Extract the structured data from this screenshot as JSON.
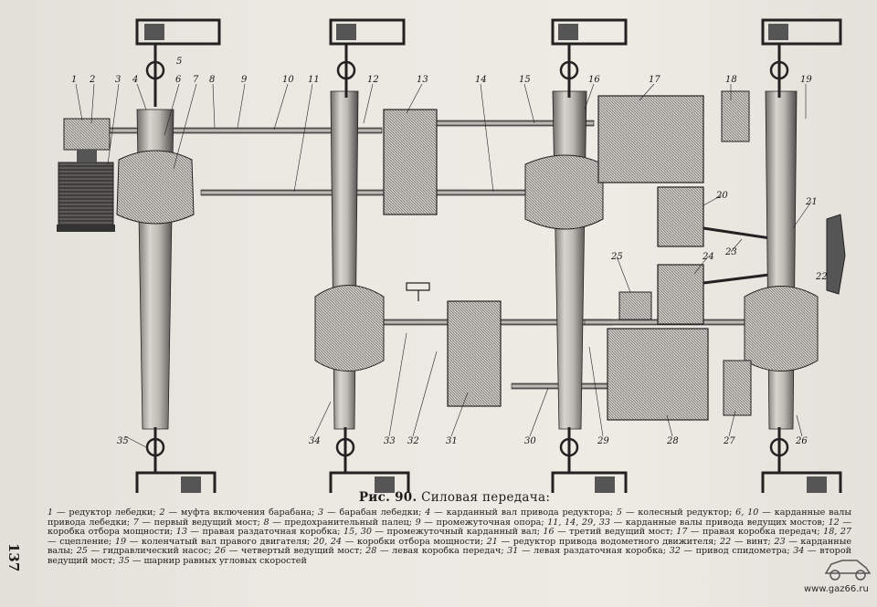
{
  "figure": {
    "caption_label": "Рис. 90.",
    "caption_text": "Силовая передача:",
    "callouts": [
      "1",
      "2",
      "3",
      "4",
      "5",
      "6",
      "7",
      "8",
      "9",
      "10",
      "11",
      "12",
      "13",
      "14",
      "15",
      "16",
      "17",
      "18",
      "19",
      "20",
      "21",
      "22",
      "23",
      "24",
      "25",
      "26",
      "27",
      "28",
      "29",
      "30",
      "31",
      "32",
      "33",
      "34",
      "35"
    ]
  },
  "legend": [
    {
      "n": "1",
      "t": "редуктор лебедки"
    },
    {
      "n": "2",
      "t": "муфта включения барабана"
    },
    {
      "n": "3",
      "t": "барабан лебедки"
    },
    {
      "n": "4",
      "t": "карданный вал привода редуктора"
    },
    {
      "n": "5",
      "t": "колесный редуктор"
    },
    {
      "n": "6, 10",
      "t": "карданные валы привода лебедки"
    },
    {
      "n": "7",
      "t": "первый ведущий мост"
    },
    {
      "n": "8",
      "t": "предохранительный палец"
    },
    {
      "n": "9",
      "t": "промежуточная опора"
    },
    {
      "n": "11, 14, 29, 33",
      "t": "карданные валы привода ведущих мостов"
    },
    {
      "n": "12",
      "t": "коробка отбора мощности"
    },
    {
      "n": "13",
      "t": "правая раздаточная коробка"
    },
    {
      "n": "15, 30",
      "t": "промежуточный карданный вал"
    },
    {
      "n": "16",
      "t": "третий ведущий мост"
    },
    {
      "n": "17",
      "t": "правая коробка передач"
    },
    {
      "n": "18, 27",
      "t": "сцепление"
    },
    {
      "n": "19",
      "t": "коленчатый вал правого двигателя"
    },
    {
      "n": "20, 24",
      "t": "коробки отбора мощности"
    },
    {
      "n": "21",
      "t": "редуктор привода водометного движителя"
    },
    {
      "n": "22",
      "t": "винт"
    },
    {
      "n": "23",
      "t": "карданные валы"
    },
    {
      "n": "25",
      "t": "гидравлический насос"
    },
    {
      "n": "26",
      "t": "четвертый ведущий мост"
    },
    {
      "n": "28",
      "t": "левая коробка передач"
    },
    {
      "n": "31",
      "t": "левая раздаточная коробка"
    },
    {
      "n": "32",
      "t": "привод спидометра"
    },
    {
      "n": "34",
      "t": "второй ведущий мост"
    },
    {
      "n": "35",
      "t": "шарнир равных угловых скоростей"
    }
  ],
  "page_number": "137",
  "watermark": "www.gaz66.ru",
  "colors": {
    "paper": "#eae7e1",
    "ink": "#1e1d1b",
    "gray": "#8a8884",
    "dark": "#3a3937"
  }
}
